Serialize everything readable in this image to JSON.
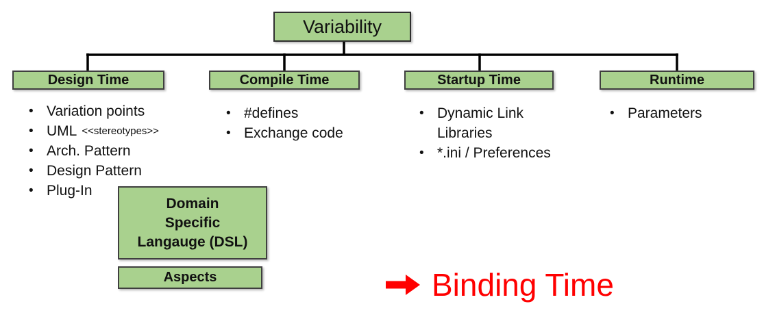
{
  "colors": {
    "box_fill": "#a9d18e",
    "box_border": "#3f3f3f",
    "connector_line": "#000000",
    "annotation_red": "#ff0000"
  },
  "bullet": "•",
  "root_label": "Variability",
  "branches": [
    {
      "label": "Design Time",
      "items": [
        {
          "text": "Variation points"
        },
        {
          "text": "UML",
          "suffix": "<<stereotypes>>"
        },
        {
          "text": "Arch. Pattern"
        },
        {
          "text": "Design Pattern"
        },
        {
          "text": "Plug-In"
        }
      ]
    },
    {
      "label": "Compile Time",
      "items": [
        {
          "text": "#defines"
        },
        {
          "text": "Exchange code"
        }
      ]
    },
    {
      "label": "Startup Time",
      "items": [
        {
          "text": "Dynamic Link Libraries"
        },
        {
          "text": "*.ini / Preferences"
        }
      ]
    },
    {
      "label": "Runtime",
      "items": [
        {
          "text": "Parameters"
        }
      ]
    }
  ],
  "dsl_box": {
    "lines": [
      "Domain",
      "Specific",
      "Langauge (DSL)"
    ]
  },
  "aspects_box": {
    "label": "Aspects"
  },
  "annotation": {
    "icon": "right-arrow-icon",
    "label": "Binding Time"
  }
}
